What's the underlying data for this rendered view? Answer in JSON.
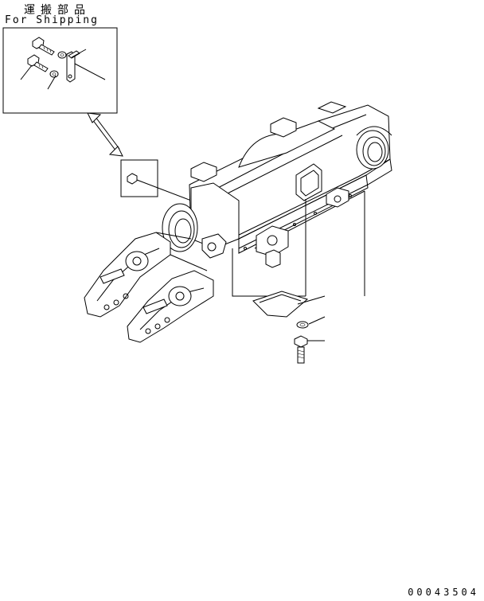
{
  "header": {
    "label_jp": "運搬部品",
    "label_en": "For Shipping"
  },
  "footer": {
    "drawing_number": "00043504"
  }
}
